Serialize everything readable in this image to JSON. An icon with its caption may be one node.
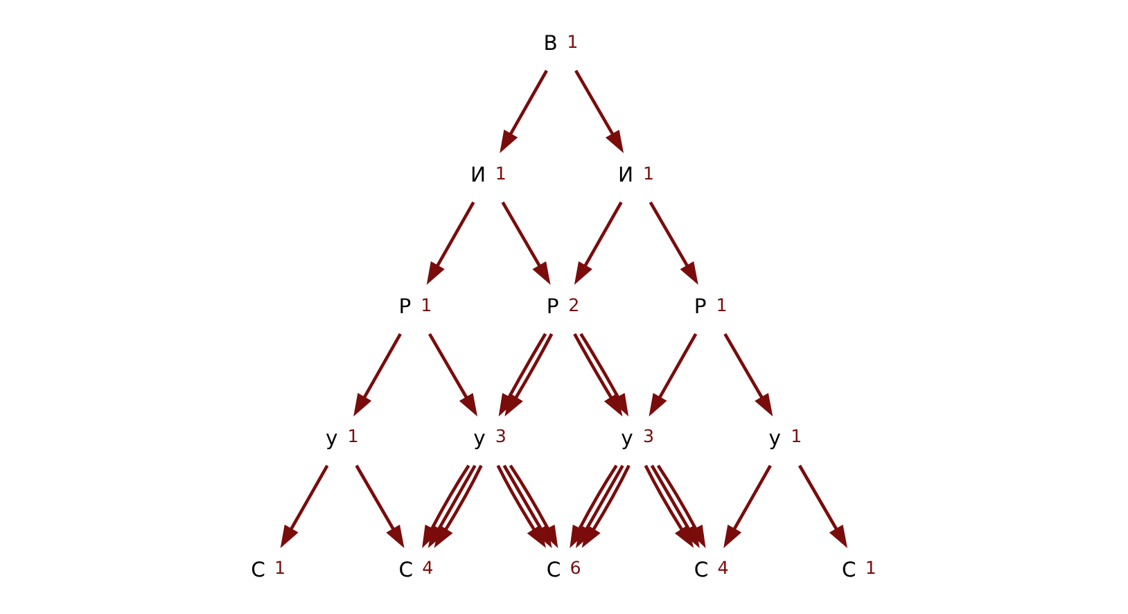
{
  "diagram": {
    "nodes": [
      {
        "text": [
          "В"
        ],
        "beside": [
          "1"
        ]
      },
      {
        "text": [
          "И"
        ],
        "beside": [
          "1"
        ]
      },
      {
        "text": [
          "И"
        ],
        "beside": [
          "1"
        ]
      },
      {
        "text": [
          "Р"
        ],
        "beside": [
          "1"
        ]
      },
      {
        "text": [
          "Р"
        ],
        "beside": [
          "2"
        ]
      },
      {
        "text": [
          "Р"
        ],
        "beside": [
          "1"
        ]
      },
      {
        "text": [
          "у"
        ],
        "beside": [
          "1"
        ]
      },
      {
        "text": [
          "у"
        ],
        "beside": [
          "3"
        ]
      },
      {
        "text": [
          "у"
        ],
        "beside": [
          "3"
        ]
      },
      {
        "text": [
          "у"
        ],
        "beside": [
          "1"
        ]
      },
      {
        "text": [
          "С"
        ],
        "beside": [
          "1"
        ]
      },
      {
        "text": [
          "С"
        ],
        "beside": [
          "4"
        ]
      },
      {
        "text": [
          "С"
        ],
        "beside": [
          "6"
        ]
      },
      {
        "text": [
          "С"
        ],
        "beside": [
          "4"
        ]
      },
      {
        "text": [
          "С"
        ],
        "beside": [
          "1"
        ]
      }
    ],
    "edges": [
      {
        "from": 0,
        "to": 1,
        "arrow": "to"
      },
      {
        "from": 0,
        "to": 2,
        "arrow": "to"
      },
      {
        "from": 1,
        "to": 3,
        "arrow": "to"
      },
      {
        "from": 1,
        "to": 4,
        "arrow": "to"
      },
      {
        "from": 2,
        "to": 4,
        "arrow": "to"
      },
      {
        "from": 2,
        "to": 5,
        "arrow": "to"
      },
      {
        "from": 3,
        "to": 6,
        "arrow": "to"
      },
      {
        "from": 3,
        "to": 7,
        "arrow": "to"
      },
      {
        "from": 4,
        "to": 7,
        "arrow": "to"
      },
      {
        "from": 4,
        "to": 7,
        "arrow": "to"
      },
      {
        "from": 4,
        "to": 8,
        "arrow": "to"
      },
      {
        "from": 4,
        "to": 8,
        "arrow": "to"
      },
      {
        "from": 5,
        "to": 8,
        "arrow": "to"
      },
      {
        "from": 5,
        "to": 9,
        "arrow": "to"
      },
      {
        "from": 6,
        "to": 10,
        "arrow": "to"
      },
      {
        "from": 6,
        "to": 11,
        "arrow": "to"
      },
      {
        "from": 7,
        "to": 11,
        "arrow": "to"
      },
      {
        "from": 7,
        "to": 11,
        "arrow": "to"
      },
      {
        "from": 7,
        "to": 11,
        "arrow": "to"
      },
      {
        "from": 7,
        "to": 12,
        "arrow": "to"
      },
      {
        "from": 7,
        "to": 12,
        "arrow": "to"
      },
      {
        "from": 7,
        "to": 12,
        "arrow": "to"
      },
      {
        "from": 8,
        "to": 12,
        "arrow": "to"
      },
      {
        "from": 8,
        "to": 12,
        "arrow": "to"
      },
      {
        "from": 8,
        "to": 12,
        "arrow": "to"
      },
      {
        "from": 8,
        "to": 13,
        "arrow": "to"
      },
      {
        "from": 8,
        "to": 13,
        "arrow": "to"
      },
      {
        "from": 8,
        "to": 13,
        "arrow": "to"
      },
      {
        "from": 9,
        "to": 13,
        "arrow": "to"
      },
      {
        "from": 9,
        "to": 14,
        "arrow": "to"
      }
    ]
  }
}
